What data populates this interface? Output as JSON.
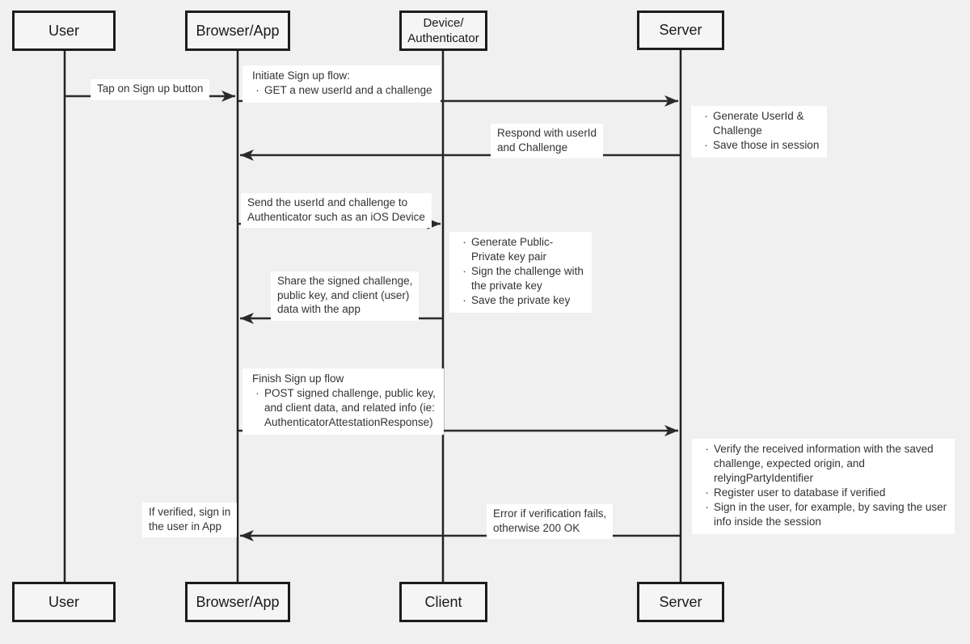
{
  "colors": {
    "background": "#f0f0f0",
    "line": "#222222",
    "box_fill": "#f5f5f5",
    "box_border": "#1c1c1c",
    "label_background": "#ffffff",
    "text": "#333333"
  },
  "actors": {
    "top": [
      {
        "label": "User"
      },
      {
        "label": "Browser/App"
      },
      {
        "label": "Device/\nAuthenticator"
      },
      {
        "label": "Server"
      }
    ],
    "bottom": [
      {
        "label": "User"
      },
      {
        "label": "Browser/App"
      },
      {
        "label": "Client"
      },
      {
        "label": "Server"
      }
    ]
  },
  "messages": {
    "tap_signup": "Tap on Sign up button",
    "initiate": {
      "title": "Initiate Sign up flow:",
      "bullets": [
        "GET a new userId and a challenge"
      ]
    },
    "respond": "Respond with userId\nand Challenge",
    "send_to_authenticator": "Send the userId and challenge to\nAuthenticator such as an iOS Device",
    "share_signed": "Share the signed challenge,\npublic key, and client (user)\ndata with the app",
    "finish": {
      "title": "Finish Sign up flow",
      "bullets": [
        "POST signed challenge, public key,\nand client data, and related info (ie:\nAuthenticatorAttestationResponse)"
      ]
    },
    "error_or_ok": "Error if verification fails,\notherwise 200 OK",
    "if_verified": "If verified, sign in\nthe user in App"
  },
  "notes": {
    "server_generate": [
      "Generate UserId &\nChallenge",
      "Save those in session"
    ],
    "device_generate": [
      "Generate Public-\nPrivate key pair",
      "Sign the challenge with\nthe private key",
      "Save the private key"
    ],
    "server_verify": [
      "Verify the received information with the saved\nchallenge, expected origin, and\nrelyingPartyIdentifier",
      "Register user to database if verified",
      "Sign in the user, for example, by saving the user\ninfo inside the session"
    ]
  }
}
